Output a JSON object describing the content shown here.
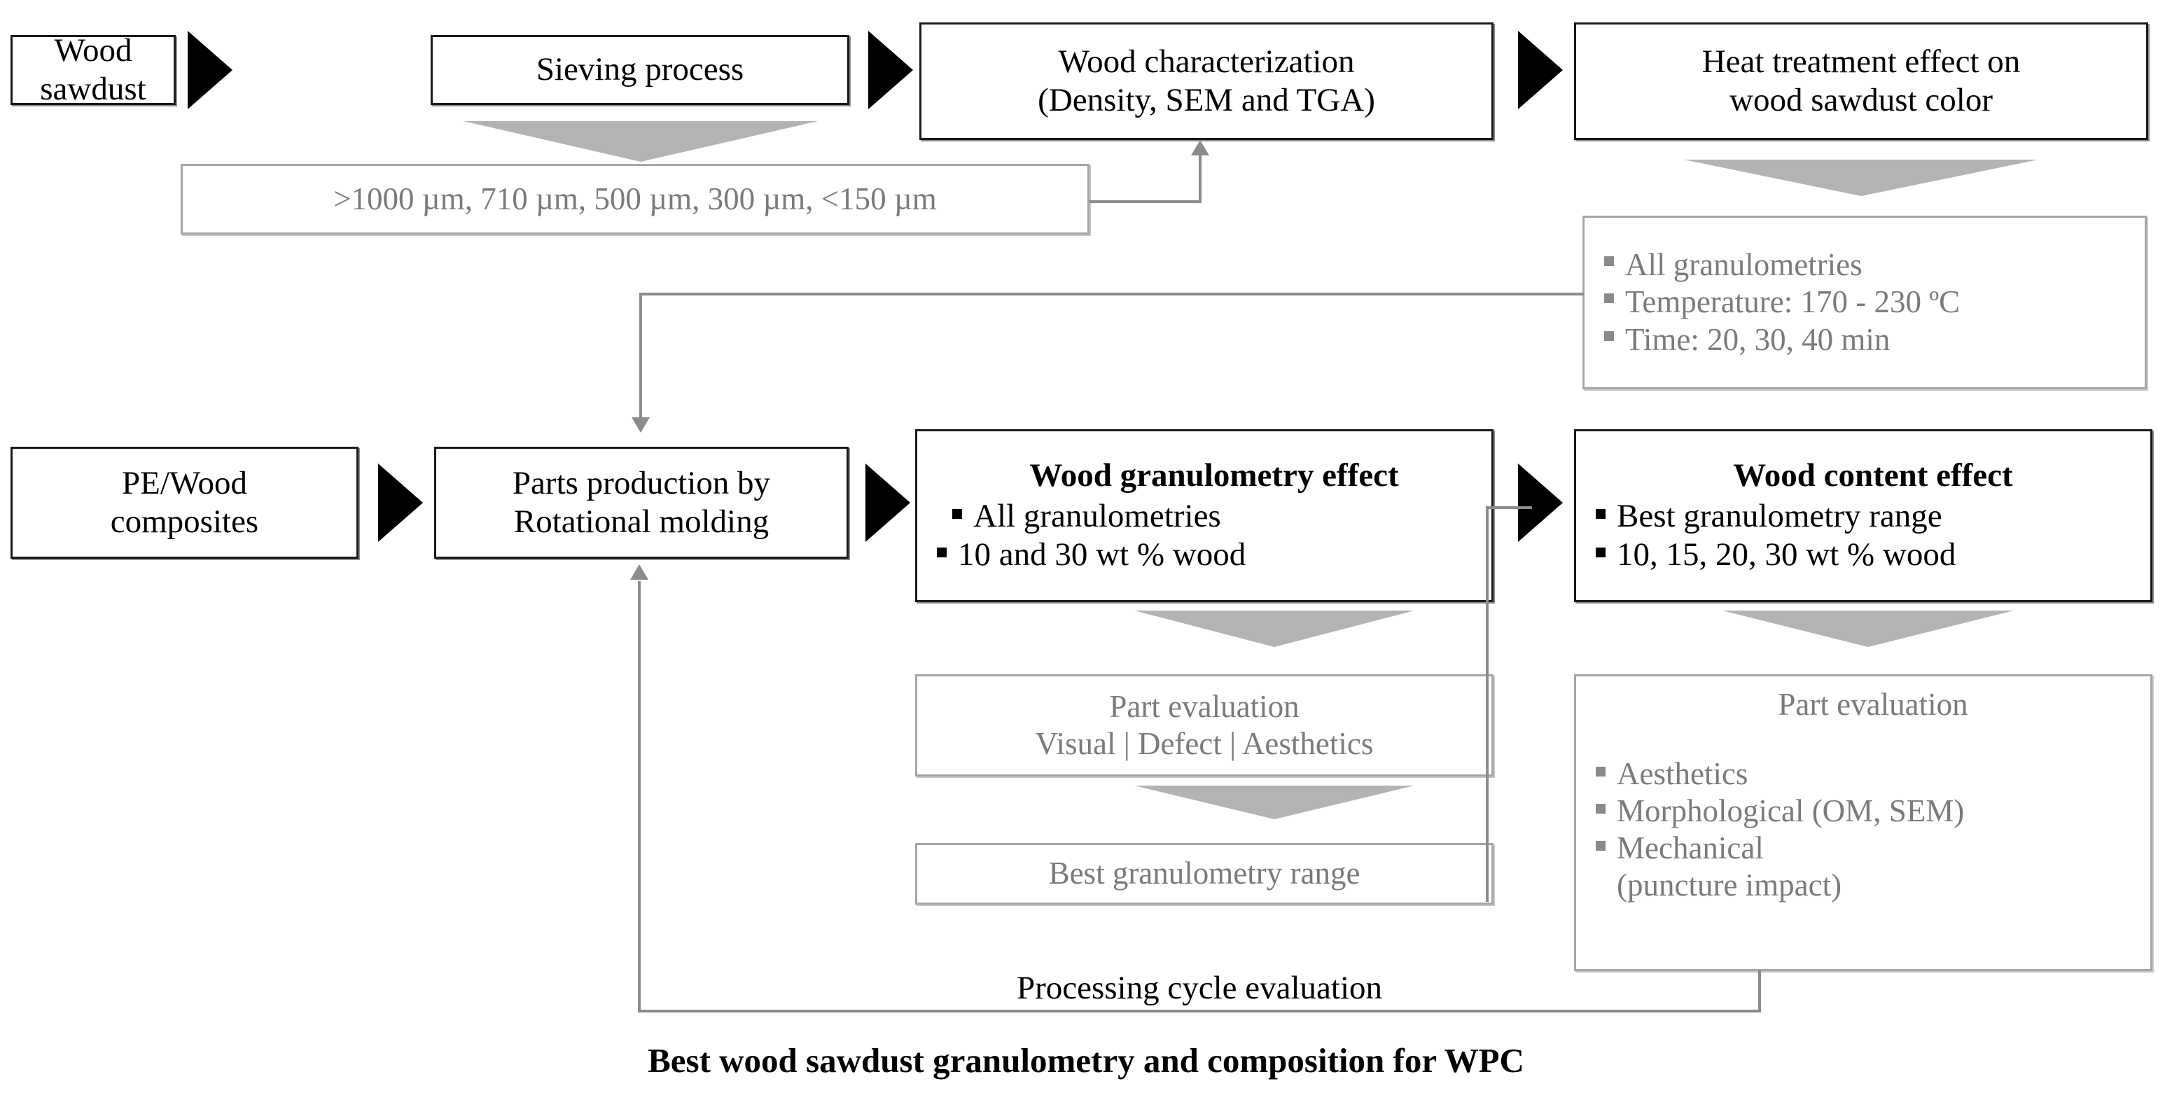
{
  "diagram": {
    "title_caption": "Best wood sawdust granulometry and composition for WPC",
    "processing_cycle_label": "Processing cycle evaluation",
    "row1": {
      "wood_sawdust": "Wood sawdust",
      "sieving_process": "Sieving process",
      "wood_characterization_line1": "Wood characterization",
      "wood_characterization_line2": "(Density, SEM and TGA)",
      "heat_treatment_line1": "Heat treatment effect on",
      "heat_treatment_line2": "wood sawdust color",
      "granulometries": ">1000 µm, 710 µm, 500 µm, 300 µm, <150 µm",
      "heat_params": [
        "All granulometries",
        "Temperature: 170 - 230 ºC",
        "Time: 20, 30, 40 min"
      ]
    },
    "row2": {
      "pe_wood_line1": "PE/Wood",
      "pe_wood_line2": "composites",
      "parts_production_line1": "Parts production by",
      "parts_production_line2": "Rotational molding",
      "granulometry_effect": {
        "title": "Wood granulometry effect",
        "bullets": [
          "All granulometries",
          "10 and 30 wt % wood"
        ]
      },
      "content_effect": {
        "title": "Wood content effect",
        "bullets": [
          "Best granulometry range",
          "10, 15, 20, 30 wt % wood"
        ]
      }
    },
    "row3": {
      "part_eval_left_line1": "Part evaluation",
      "part_eval_left_line2": "Visual | Defect | Aesthetics",
      "best_granulometry_range": "Best granulometry range",
      "part_eval_right_title": "Part evaluation",
      "part_eval_right_bullets": [
        "Aesthetics",
        "Morphological (OM, SEM)",
        "Mechanical",
        "(puncture impact)"
      ]
    }
  },
  "colors": {
    "dark_border": "#1a1a1a",
    "grey_border": "#a6a6a6",
    "grey_text": "#7b7b7b",
    "grey_triangle": "#b3b3b3",
    "line": "#8c8c8c",
    "black": "#000000"
  }
}
